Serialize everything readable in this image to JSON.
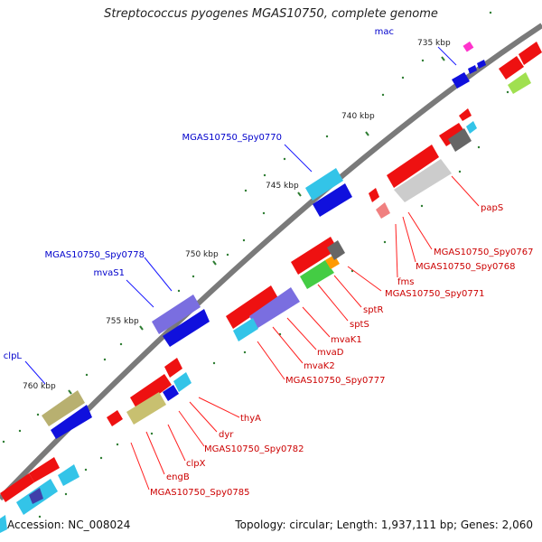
{
  "title": "Streptococcus pyogenes MGAS10750, complete genome",
  "footer": {
    "accession": "Accession: NC_008024",
    "summary": "Topology: circular; Length: 1,937,111 bp; Genes: 2,060"
  },
  "colors": {
    "backbone": "#7a7a7a",
    "tick": "#2e7d32",
    "label_forward": "#0000cc",
    "label_reverse": "#cc0000",
    "leader_forward": "#1a1aff",
    "leader_reverse": "#ff2020"
  },
  "scale_labels": [
    "735 kbp",
    "740 kbp",
    "745 kbp",
    "750 kbp",
    "755 kbp",
    "760 kbp"
  ],
  "gene_labels": {
    "forward": [
      "mac",
      "MGAS10750_Spy0770",
      "MGAS10750_Spy0778",
      "mvaS1",
      "clpL"
    ],
    "reverse": [
      "papS",
      "MGAS10750_Spy0767",
      "MGAS10750_Spy0768",
      "fms",
      "MGAS10750_Spy0771",
      "sptR",
      "sptS",
      "mvaK1",
      "mvaD",
      "mvaK2",
      "MGAS10750_Spy0777",
      "thyA",
      "dyr",
      "MGAS10750_Spy0782",
      "clpX",
      "engB",
      "MGAS10750_Spy0785"
    ]
  }
}
